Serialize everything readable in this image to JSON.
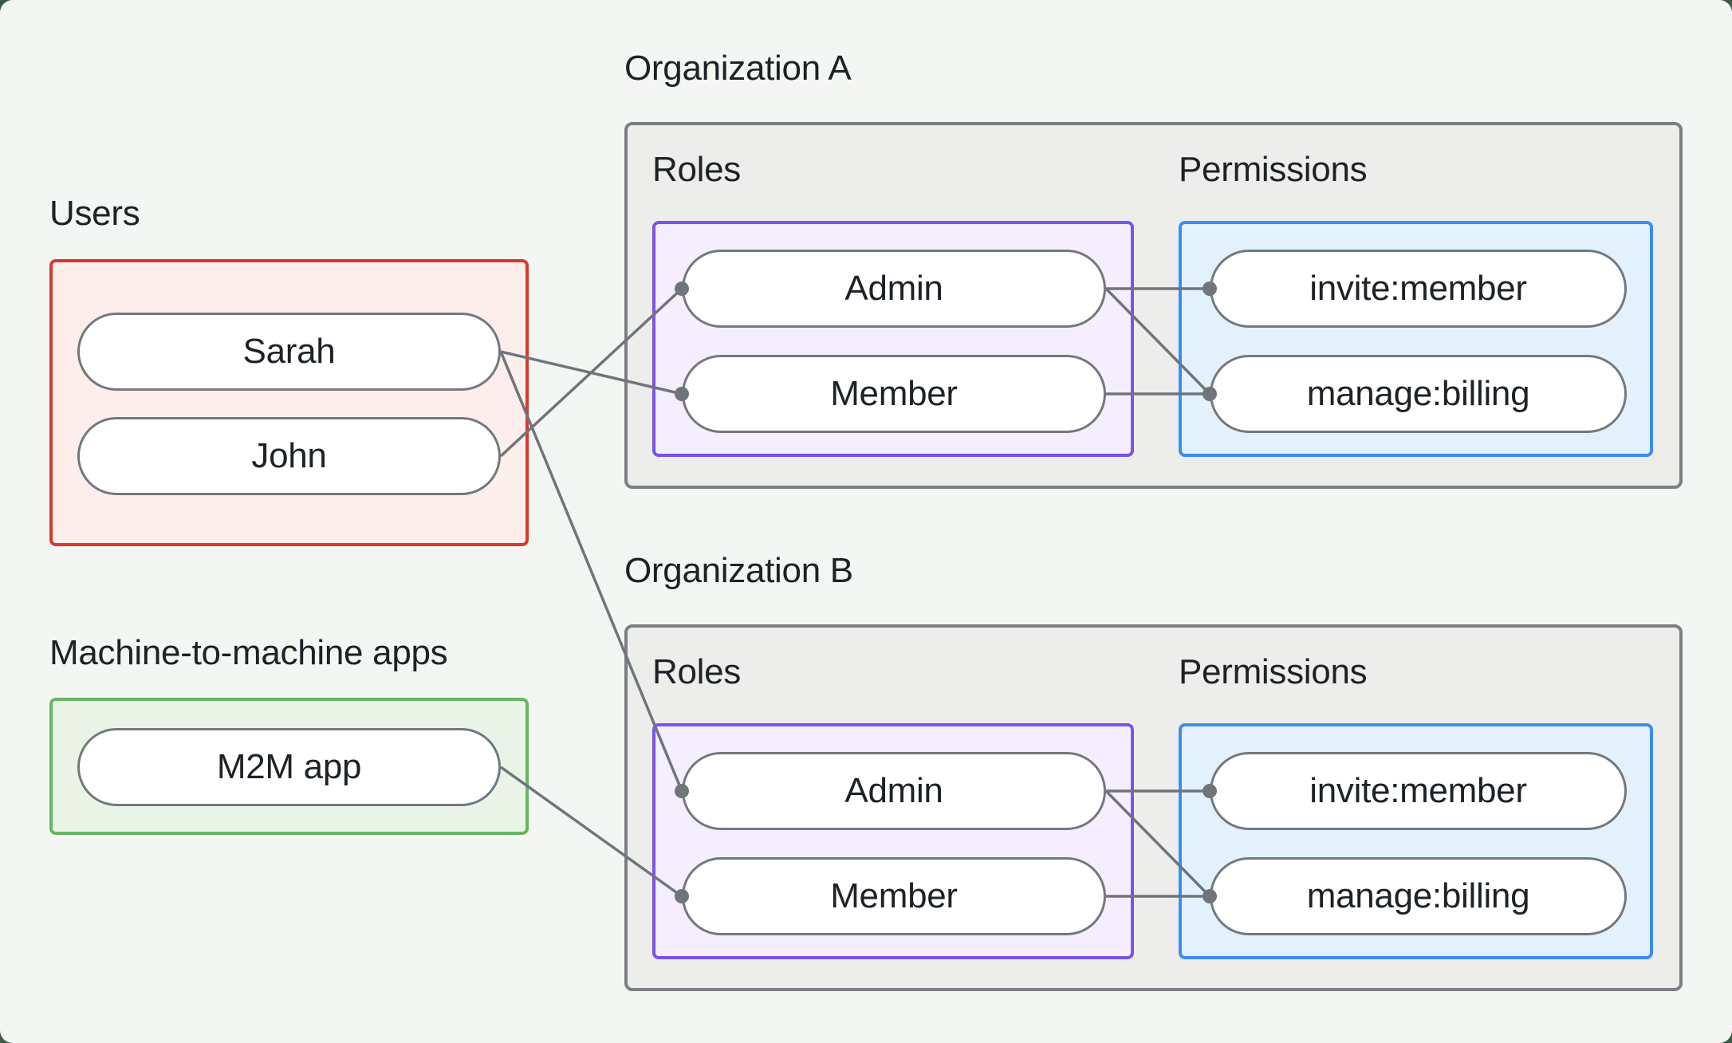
{
  "users_group": {
    "label": "Users",
    "items": [
      "Sarah",
      "John"
    ]
  },
  "m2m_group": {
    "label": "Machine-to-machine apps",
    "items": [
      "M2M app"
    ]
  },
  "orgs": [
    {
      "title": "Organization A",
      "roles_label": "Roles",
      "permissions_label": "Permissions",
      "roles": [
        "Admin",
        "Member"
      ],
      "permissions": [
        "invite:member",
        "manage:billing"
      ]
    },
    {
      "title": "Organization B",
      "roles_label": "Roles",
      "permissions_label": "Permissions",
      "roles": [
        "Admin",
        "Member"
      ],
      "permissions": [
        "invite:member",
        "manage:billing"
      ]
    }
  ],
  "edges": [
    {
      "from": "Sarah",
      "to": "Organization A / Member"
    },
    {
      "from": "John",
      "to": "Organization A / Admin"
    },
    {
      "from": "Sarah",
      "to": "Organization B / Admin"
    },
    {
      "from": "M2M app",
      "to": "Organization B / Member"
    },
    {
      "from": "Organization A / Admin",
      "to": "Organization A / invite:member"
    },
    {
      "from": "Organization A / Admin",
      "to": "Organization A / manage:billing"
    },
    {
      "from": "Organization A / Member",
      "to": "Organization A / manage:billing"
    },
    {
      "from": "Organization B / Admin",
      "to": "Organization B / invite:member"
    },
    {
      "from": "Organization B / Admin",
      "to": "Organization B / manage:billing"
    },
    {
      "from": "Organization B / Member",
      "to": "Organization B / manage:billing"
    }
  ],
  "colors": {
    "page_background": "#f4f6f3",
    "outside_corner": "#3d5948",
    "users_border": "#d6392f",
    "users_fill": "#fdeeec",
    "m2m_border": "#67b563",
    "m2m_fill": "#e9f4e7",
    "org_border": "#7b8084",
    "org_fill": "#ededeb",
    "roles_border": "#7a53f1",
    "roles_fill": "#f4eefe",
    "permissions_border": "#3c8cf6",
    "permissions_fill": "#e3f1fd",
    "node_border": "#73787c",
    "wire": "#6f757a",
    "text": "#1d2227"
  }
}
